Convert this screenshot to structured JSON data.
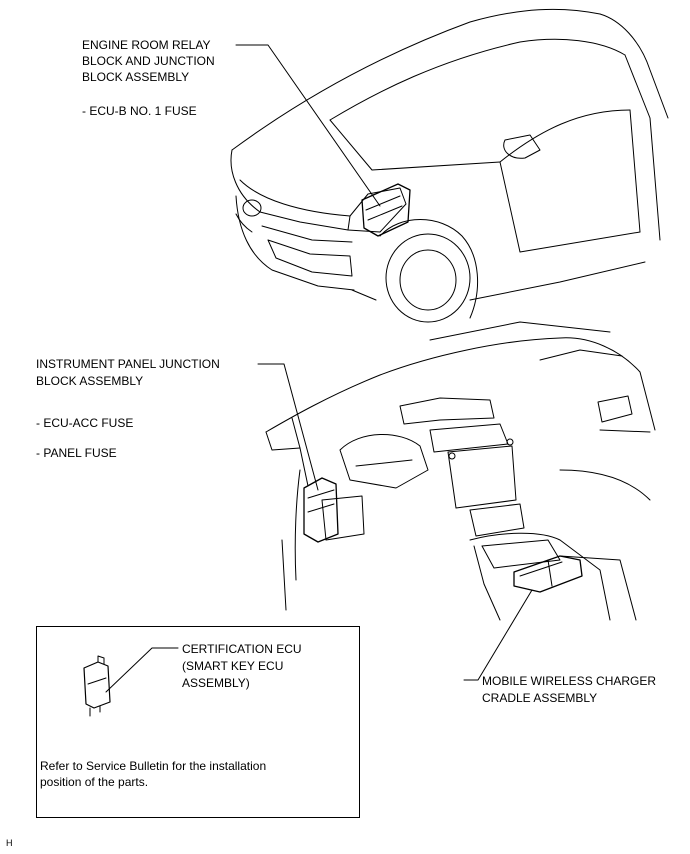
{
  "labels": {
    "engine_relay_line1": "ENGINE ROOM RELAY",
    "engine_relay_line2": "BLOCK AND JUNCTION",
    "engine_relay_line3": "BLOCK ASSEMBLY",
    "engine_fuse": "- ECU-B NO. 1 FUSE",
    "ip_junction_line1": "INSTRUMENT PANEL JUNCTION",
    "ip_junction_line2": "BLOCK ASSEMBLY",
    "ip_fuse1": "- ECU-ACC FUSE",
    "ip_fuse2": "- PANEL FUSE",
    "cert_line1": "CERTIFICATION ECU",
    "cert_line2": "(SMART KEY ECU",
    "cert_line3": "ASSEMBLY)",
    "note_line1": "Refer to Service Bulletin for the installation",
    "note_line2": "position of the parts.",
    "charger_line1": "MOBILE WIRELESS CHARGER",
    "charger_line2": "CRADLE ASSEMBLY",
    "corner_mark": "H"
  },
  "icons": [
    "car-front-illustration",
    "dashboard-illustration",
    "certification-ecu-illustration"
  ]
}
